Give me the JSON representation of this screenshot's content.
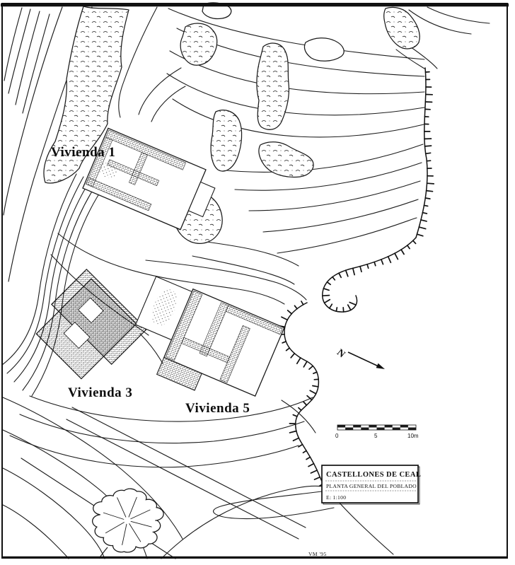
{
  "map": {
    "labels": {
      "vivienda1": "Vivienda 1",
      "vivienda3": "Vivienda 3",
      "vivienda5": "Vivienda 5"
    },
    "north_label": "N",
    "scale_bar": {
      "t0": "0",
      "t5": "5",
      "t10": "10m"
    },
    "title_box": {
      "line1": "CASTELLONES DE CEAL",
      "line2": "PLANTA GENERAL DEL POBLADO",
      "line3": "E: 1:100"
    },
    "credit": "VM '95",
    "colors": {
      "ink": "#1a1a1a",
      "paper": "#ffffff"
    }
  }
}
